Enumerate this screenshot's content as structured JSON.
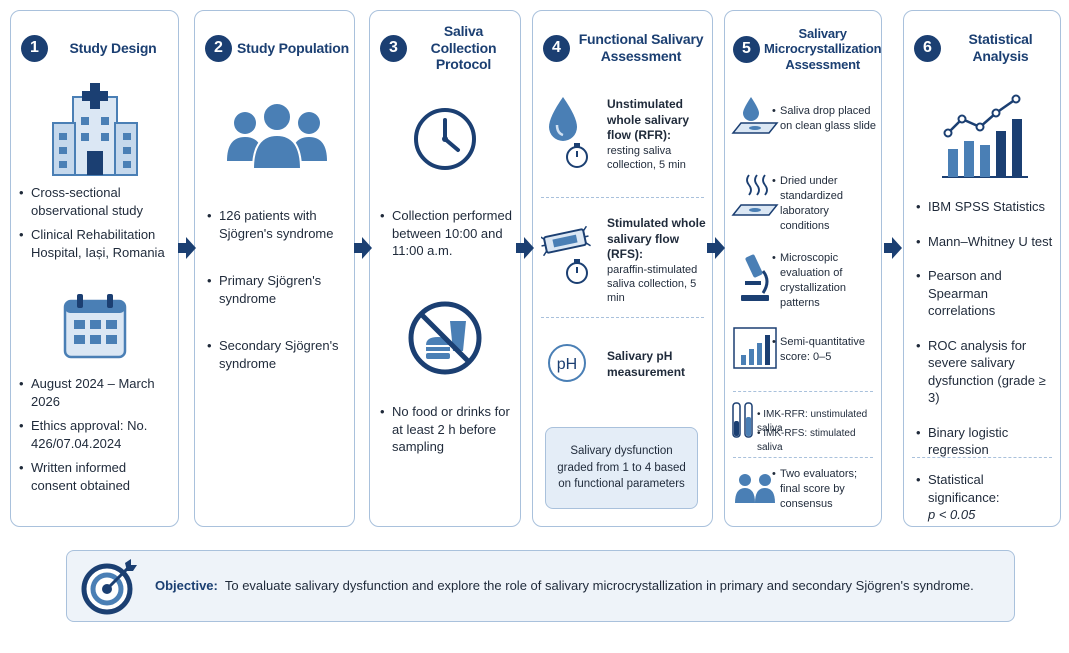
{
  "colors": {
    "navy": "#1b3f72",
    "accent": "#4a7fb5",
    "border": "#a9c1dc",
    "light": "#e4edf7"
  },
  "panels": [
    {
      "number": "1",
      "title": "Study Design",
      "icons": [
        "hospital-icon",
        "calendar-icon"
      ],
      "items_top": [
        "Cross-sectional observational study",
        "Clinical Rehabilitation Hospital, Iași, Romania"
      ],
      "items_bottom": [
        "August 2024 – March 2026",
        "Ethics approval: No. 426/07.04.2024",
        "Written informed consent obtained"
      ]
    },
    {
      "number": "2",
      "title": "Study Population",
      "icons": [
        "people-group-icon"
      ],
      "items": [
        "126 patients with Sjögren's syndrome",
        "Primary Sjögren's syndrome",
        "Secondary Sjögren's syndrome"
      ]
    },
    {
      "number": "3",
      "title": "Saliva Collection Protocol",
      "icons": [
        "clock-icon",
        "no-food-drinks-icon"
      ],
      "items_top": [
        "Collection performed between 10:00 and 11:00 a.m."
      ],
      "items_bottom": [
        "No food or drinks for at least 2 h before sampling"
      ]
    },
    {
      "number": "4",
      "title": "Functional Salivary Assessment",
      "rows": [
        {
          "icon": "saliva-drop-timer-icon",
          "title": "Unstimulated whole salivary flow (RFR):",
          "sub": "resting saliva collection, 5 min"
        },
        {
          "icon": "paraffin-timer-icon",
          "title": "Stimulated whole salivary flow (RFS):",
          "sub": "paraffin-stimulated saliva collection, 5 min"
        },
        {
          "icon": "ph-icon",
          "icon_text": "pH",
          "title": "Salivary pH measurement",
          "sub": ""
        }
      ],
      "note": "Salivary dysfunction graded from 1 to 4 based on functional parameters"
    },
    {
      "number": "5",
      "title": "Salivary Microcrystallization Assessment",
      "rows": [
        {
          "icon": "drop-on-slide-icon",
          "text": "Saliva drop placed on clean glass slide"
        },
        {
          "icon": "drying-slide-icon",
          "text": "Dried under standardized laboratory conditions"
        },
        {
          "icon": "microscope-icon",
          "text": "Microscopic evaluation of crystallization patterns"
        },
        {
          "icon": "bar-score-icon",
          "text": "Semi-quantitative score: 0–5"
        }
      ],
      "imk": [
        "IMK-RFR: unstimulated saliva",
        "IMK-RFS: stimulated saliva"
      ],
      "evaluators": {
        "icon": "two-evaluators-icon",
        "text": "Two evaluators; final score by consensus"
      }
    },
    {
      "number": "6",
      "title": "Statistical Analysis",
      "icons": [
        "trend-chart-icon"
      ],
      "items": [
        "IBM SPSS Statistics",
        "Mann–Whitney U test",
        "Pearson and Spearman correlations",
        "ROC analysis for severe salivary dysfunction (grade ≥ 3)",
        "Binary logistic regression"
      ],
      "significance_label": "Statistical significance:",
      "significance_value": "p < 0.05"
    }
  ],
  "objective": {
    "icon": "target-icon",
    "label": "Objective:",
    "text": "To evaluate salivary dysfunction and explore the role of salivary microcrystallization in primary and secondary Sjögren's syndrome."
  }
}
